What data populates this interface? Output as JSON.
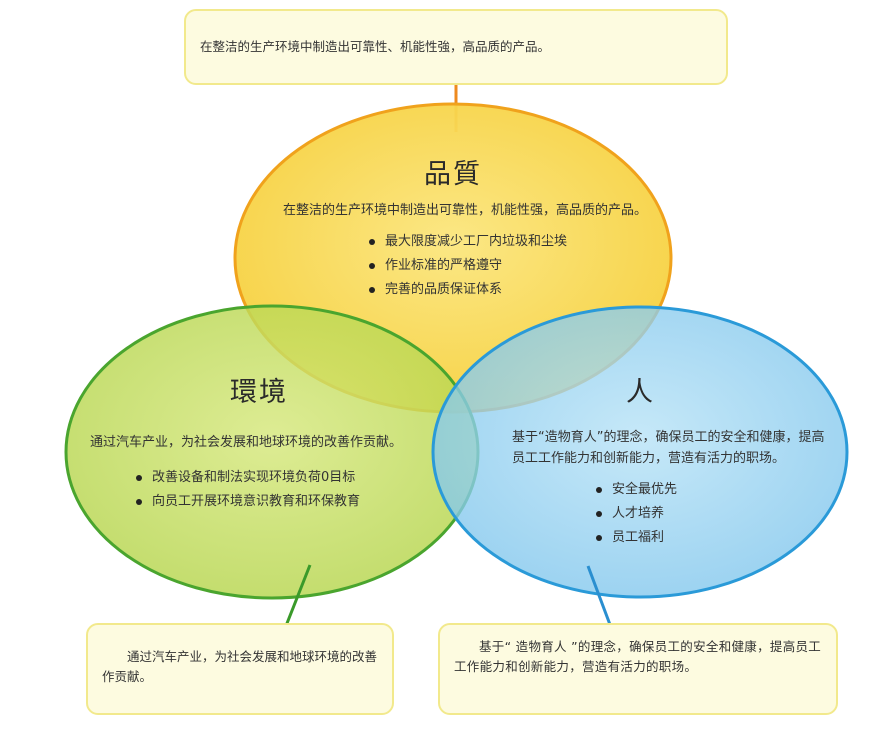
{
  "top_note": {
    "text": "在整洁的生产环境中制造出可靠性、机能性強，高品质的产品。"
  },
  "quality": {
    "title": "品質",
    "desc": "在整洁的生产环境中制造出可靠性，机能性强，高品质的产品。",
    "bullets": [
      "最大限度减少工厂内垃圾和尘埃",
      "作业标准的严格遵守",
      "完善的品质保证体系"
    ],
    "color": "#f7d43c"
  },
  "environment": {
    "title": "環境",
    "desc": "通过汽车产业，为社会发展和地球环境的改善作贡献。",
    "bullets": [
      "改善设备和制法实现环境负荷0目标",
      "向员工开展环境意识教育和环保教育"
    ],
    "color": "#b9d94a"
  },
  "people": {
    "title": "人",
    "desc_line1": "基于“造物育人”的理念，确保员工的安全和健康，提高",
    "desc_line2": "员工工作能力和创新能力，营造有活力的职场。",
    "bullets": [
      "安全最优先",
      "人才培养",
      "员工福利"
    ],
    "color": "#8ccdf0"
  },
  "left_note": {
    "text": "通过汽车产业，为社会发展和地球环境的改善作贡献。"
  },
  "right_note": {
    "text": "基于“ 造物育人 ”的理念，确保员工的安全和健康，提高员工工作能力和创新能力，营造有活力的职场。"
  }
}
